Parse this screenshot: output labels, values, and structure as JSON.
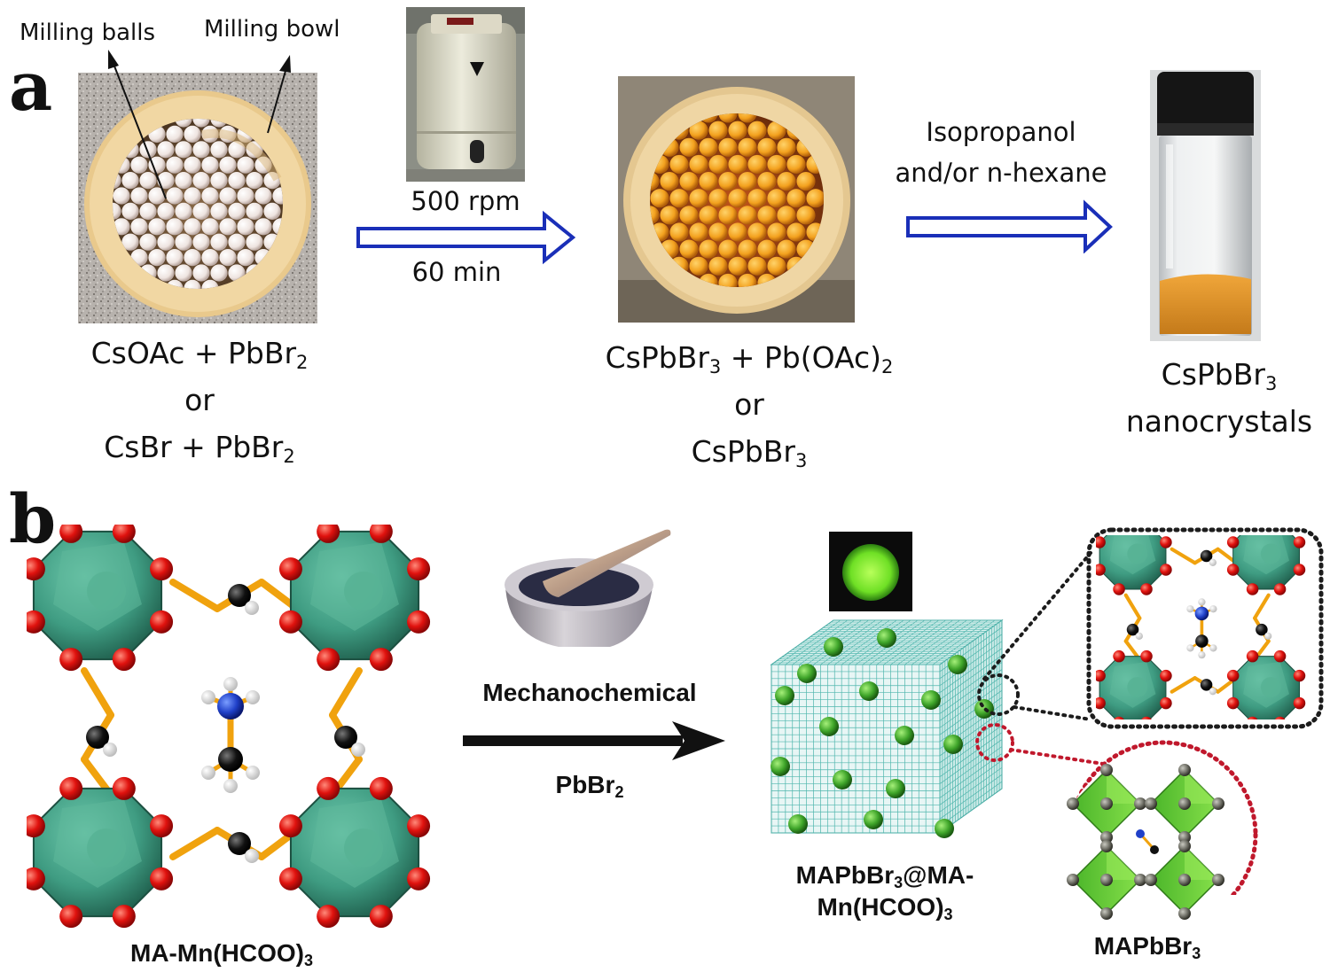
{
  "panel_a": {
    "letter": "a",
    "callouts": {
      "balls": "Milling balls",
      "bowl": "Milling bowl"
    },
    "step1": {
      "speed": "500 rpm",
      "time": "60 min"
    },
    "step2": {
      "line1": "Isopropanol",
      "line2": "and/or n-hexane"
    },
    "reactants": {
      "l1": "CsOAc + PbBr",
      "l1_sub": "2",
      "or": "or",
      "l3": "CsBr + PbBr",
      "l3_sub": "2"
    },
    "intermediate": {
      "l1a": "CsPbBr",
      "l1a_sub": "3",
      "l1b": " + Pb(OAc)",
      "l1b_sub": "2",
      "or": "or",
      "l3": "CsPbBr",
      "l3_sub": "3"
    },
    "product": {
      "l1": "CsPbBr",
      "l1_sub": "3",
      "l2": "nanocrystals"
    }
  },
  "panel_b": {
    "letter": "b",
    "mof": {
      "text": "MA-Mn(HCOO)",
      "sub": "3"
    },
    "method": "Mechanochemical",
    "reagent": {
      "text": "PbBr",
      "sub": "2"
    },
    "composite": {
      "l1": "MAPbBr",
      "l1_sub": "3",
      "l1b": "@MA-",
      "l2": "Mn(HCOO)",
      "l2_sub": "3"
    },
    "perovskite": {
      "text": "MAPbBr",
      "sub": "3"
    }
  },
  "colors": {
    "arrow_blue": "#1a2fb8",
    "teal_polyhedra": "#3f9c82",
    "oxygen_red": "#e0120e",
    "perovskite_green": "#6fd42c",
    "dotted_black": "#1c1c1c",
    "dotted_red": "#c0182c"
  }
}
